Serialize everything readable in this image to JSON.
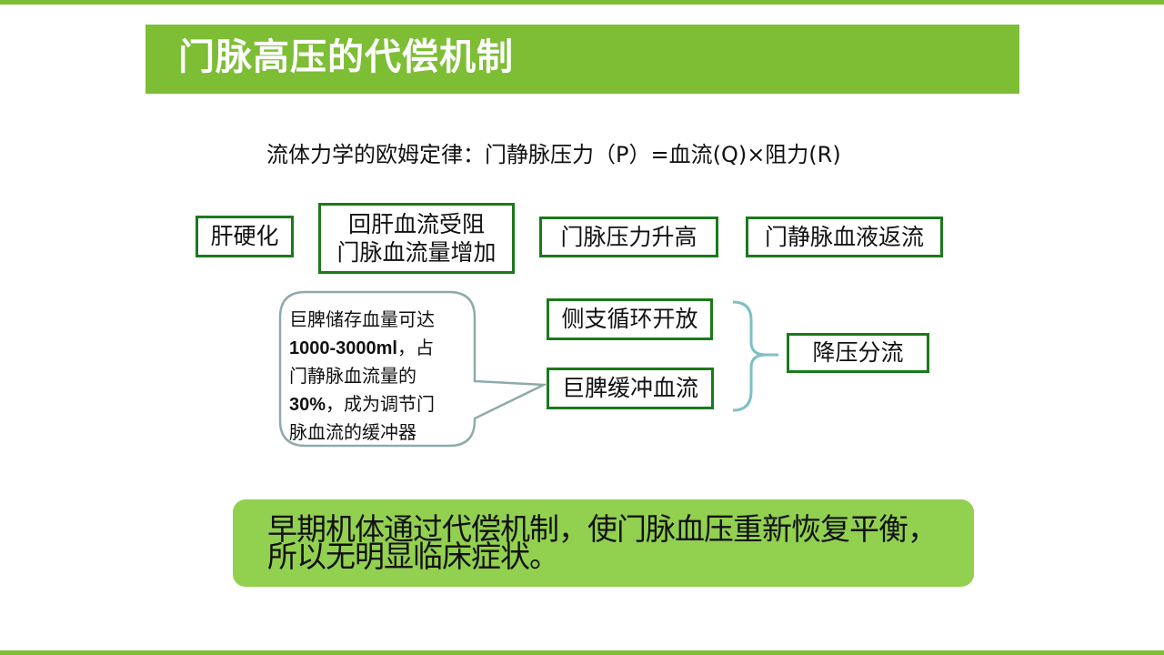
{
  "slide": {
    "title": "门脉高压的代偿机制",
    "colors": {
      "accent_green": "#7dbe35",
      "box_border": "#1a7a1a",
      "callout_border": "#8faaaa",
      "brace": "#7fbfc4",
      "conclusion_bg": "#92d050"
    },
    "formula": "流体力学的欧姆定律：门静脉压力（P）=血流(Q)×阻力(R)",
    "flow_row": [
      {
        "label": "肝硬化"
      },
      {
        "line1": "回肝血流受阻",
        "line2": "门脉血流量增加"
      },
      {
        "label": "门脉压力升高"
      },
      {
        "label": "门静脉血液返流"
      }
    ],
    "mechanisms": [
      {
        "label": "侧支循环开放"
      },
      {
        "label": "巨脾缓冲血流"
      }
    ],
    "result": {
      "label": "降压分流"
    },
    "callout": {
      "line1": "巨脾储存血量可达",
      "line2_bold": "1000-3000ml",
      "line2_rest": "，占",
      "line3": "门静脉血流量的",
      "line4_bold": "30%",
      "line4_rest": "，成为调节门",
      "line5": "脉血流的缓冲器"
    },
    "conclusion": {
      "line1": "早期机体通过代偿机制，使门脉血压重新恢复平衡，",
      "line2": "所以无明显临床症状。"
    }
  }
}
